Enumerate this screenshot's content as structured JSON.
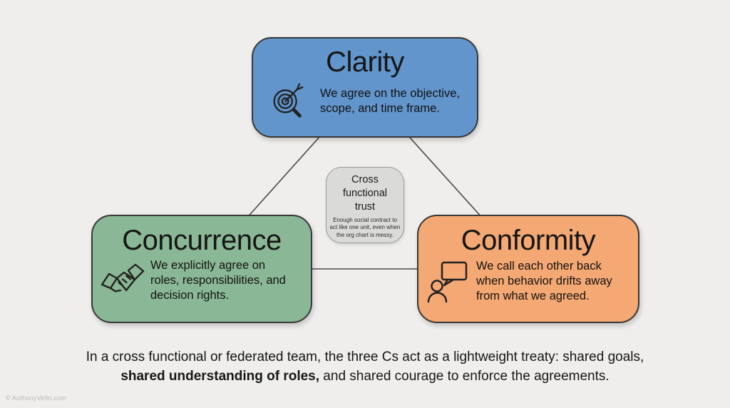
{
  "canvas": {
    "background": "#efeeec",
    "connector_color": "#4a4a4a"
  },
  "diagram": {
    "nodes": [
      {
        "id": "clarity",
        "title": "Clarity",
        "icon": "target-magnifier-icon",
        "fill": "#6295cc",
        "description_lines": [
          "We agree on the objective,",
          "scope, and time frame."
        ]
      },
      {
        "id": "concurrence",
        "title": "Concurrence",
        "icon": "handshake-icon",
        "fill": "#8ab795",
        "description_lines": [
          "We explicitly agree on",
          "roles, responsibilities, and",
          "decision rights."
        ]
      },
      {
        "id": "conformity",
        "title": "Conformity",
        "icon": "person-speech-bubble-icon",
        "fill": "#f4a873",
        "description_lines": [
          "We call each other back",
          "when behavior drifts away",
          "from what we agreed."
        ]
      },
      {
        "id": "trust",
        "title_lines": [
          "Cross",
          "functional",
          "trust"
        ],
        "fill": "#dadad8",
        "description_lines": [
          "Enough social contract to",
          "act like one unit, even when",
          "the org chart is messy."
        ]
      }
    ]
  },
  "footer": {
    "line1": "In a cross functional or federated team, the three Cs act as a lightweight treaty: shared goals,",
    "line2_bold": "shared understanding of roles,",
    "line2_rest": " and shared courage to enforce the agreements."
  },
  "watermark": "© AnthonyVeltri.com"
}
